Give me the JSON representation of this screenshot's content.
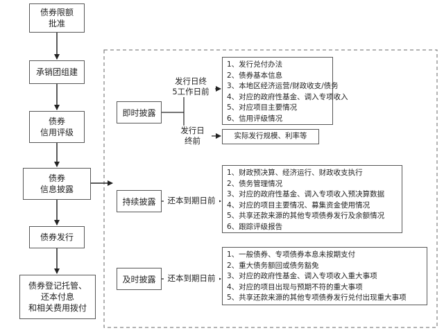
{
  "steps": [
    "债券限额\n批准",
    "承销团组建",
    "债券\n信用评级",
    "债券\n信息披露",
    "债券发行",
    "债券登记托管、\n还本付息\n和相关费用拨付"
  ],
  "disclosure": {
    "immediate": {
      "title": "即时披露",
      "timing1": "发行日终\n5工作日前",
      "items1": [
        "1、发行兑付办法",
        "2、债券基本信息",
        "3、本地区经济运营/财政收支/债务",
        "4、对应的政府性基金、调入专项收入",
        "5、对应项目主要情况",
        "6、信用评级情况"
      ],
      "timing2": "发行日\n终前",
      "items2": "实际发行规模、利率等"
    },
    "continuous": {
      "title": "持续披露",
      "timing": "还本到期日前",
      "items": [
        "1、财政预决算、经济运行、财政收支执行",
        "2、债务管理情况",
        "3、对应的政府性基金、调入专项收入预决算数据",
        "4、对应的项目主要情况、募集资金使用情况",
        "5、共享还款来源的其他专项债券发行及余额情况",
        "6、跟踪评级报告"
      ]
    },
    "timely": {
      "title": "及时披露",
      "timing": "还本到期日前",
      "items": [
        "1、一般债券、专项债券本息未按期支付",
        "2、重大债务额回或债务豁免",
        "3、对应的政府性基金、调入专项收入重大事项",
        "4、对应的项目出现与预期不符的重大事项",
        "5、共享还款来源的其他专项债券发行兑付出现重大事项"
      ]
    }
  }
}
